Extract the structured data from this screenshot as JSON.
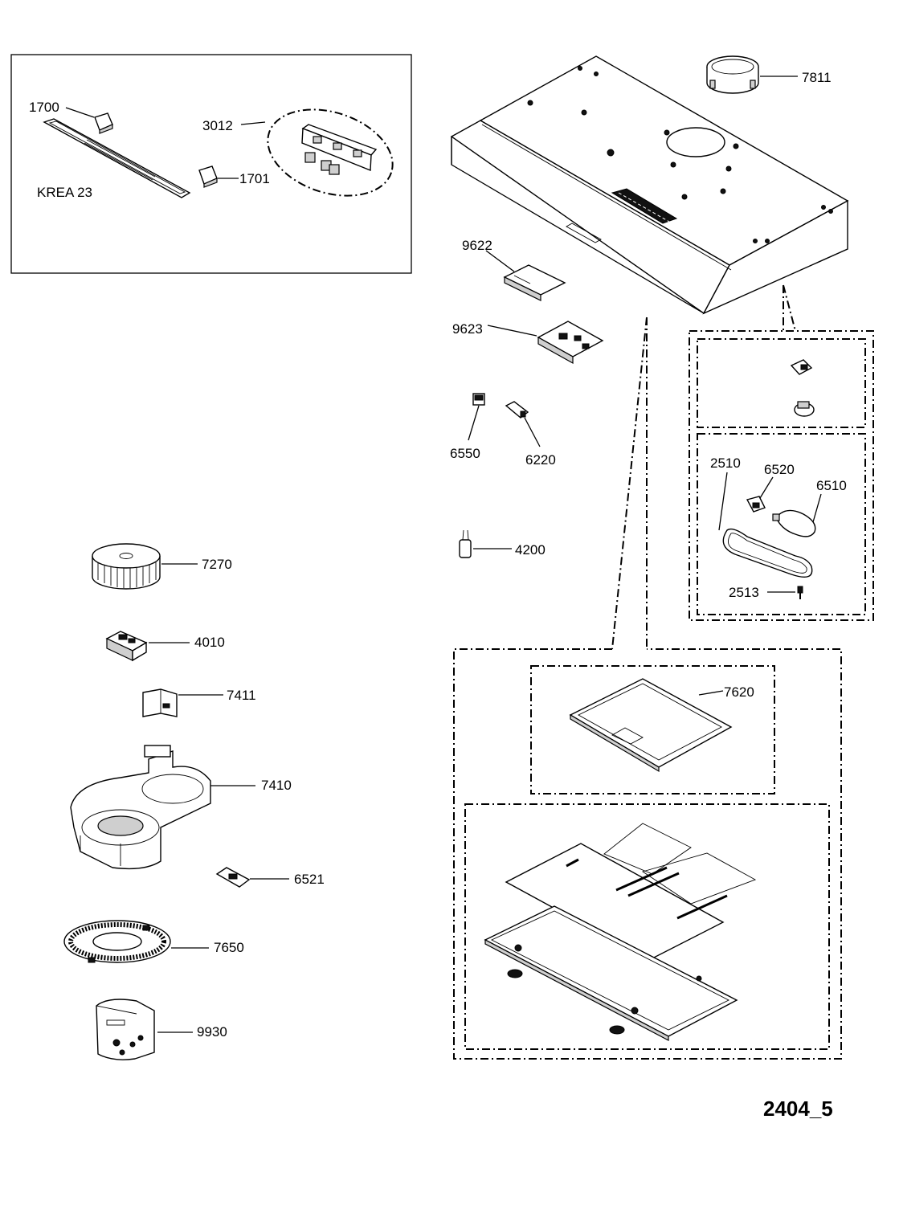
{
  "diagram_id": "2404_5",
  "kit_label": "KREA 23",
  "parts": {
    "1700": "1700",
    "1701": "1701",
    "3012": "3012",
    "7811": "7811",
    "9622": "9622",
    "9623": "9623",
    "6550": "6550",
    "6220": "6220",
    "4200": "4200",
    "2510": "2510",
    "6520": "6520",
    "6510": "6510",
    "2513": "2513",
    "7270": "7270",
    "4010": "4010",
    "7411": "7411",
    "7410": "7410",
    "6521": "6521",
    "7650": "7650",
    "9930": "9930",
    "7620": "7620"
  }
}
